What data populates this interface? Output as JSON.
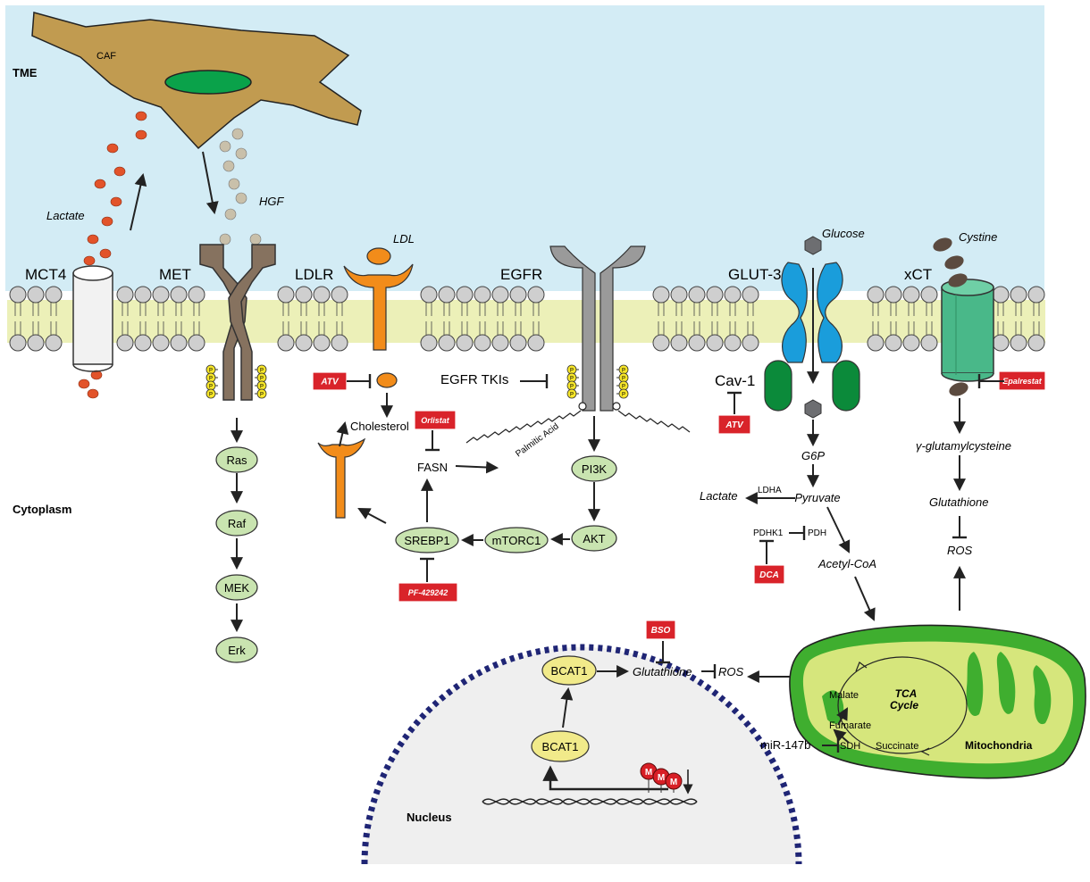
{
  "regions": {
    "tme": "TME",
    "cytoplasm": "Cytoplasm",
    "nucleus": "Nucleus",
    "mitochondria": "Mitochondria"
  },
  "cells": {
    "caf": "CAF"
  },
  "transporters": {
    "mct4": "MCT4",
    "met": "MET",
    "ldlr": "LDLR",
    "egfr": "EGFR",
    "glut3": "GLUT-3",
    "xct": "xCT"
  },
  "ligands": {
    "lactate_out": "Lactate",
    "hgf": "HGF",
    "ldl": "LDL",
    "glucose": "Glucose",
    "cystine": "Cystine"
  },
  "phospho": "P",
  "methyl": "M",
  "mapk_pathway": [
    "Ras",
    "Raf",
    "MEK",
    "Erk"
  ],
  "lipid": {
    "cholesterol": "Cholesterol",
    "fasn": "FASN",
    "palmitic_acid": "Palmitic Acid",
    "srebp1": "SREBP1",
    "mtorc1": "mTORC1",
    "pi3k": "PI3K",
    "akt": "AKT",
    "egfr_tkis": "EGFR TKIs"
  },
  "glycolysis": {
    "cav1": "Cav-1",
    "g6p": "G6P",
    "pyruvate": "Pyruvate",
    "lactate": "Lactate",
    "ldha": "LDHA",
    "pdhk1": "PDHK1",
    "pdh": "PDH",
    "acetyl_coa": "Acetyl-CoA"
  },
  "redox": {
    "gamma_glu_cys": "γ-glutamylcysteine",
    "glutathione_right": "Glutathione",
    "ros_right": "ROS",
    "bcat1_cyto": "BCAT1",
    "glutathione_mid": "Glutathione",
    "ros_mid": "ROS",
    "bcat1_nuc": "BCAT1"
  },
  "tca": {
    "title_line1": "TCA",
    "title_line2": "Cycle",
    "malate": "Malate",
    "fumarate": "Fumarate",
    "succinate": "Succinate",
    "sdh": "SDH",
    "mir147b": "miR-147b"
  },
  "drugs": {
    "atv_ldlr": "ATV",
    "orlistat": "Orlistat",
    "pf429242": "PF-429242",
    "atv_cav1": "ATV",
    "dca": "DCA",
    "epalrestat": "Epalrestat",
    "bso": "BSO"
  },
  "colors": {
    "tme_background": "#d3ecf5",
    "caf_body": "#c19b50",
    "caf_nucleus": "#0aa24a",
    "lactate_dot": "#e2532a",
    "hgf_dot": "#c9c0aa",
    "met_receptor": "#86725f",
    "ldlr_receptor": "#f28c1a",
    "egfr_receptor": "#9a9a9a",
    "glut3_blue": "#1a9ddb",
    "glut3_green": "#0b8a3a",
    "xct": "#49b889",
    "cystine": "#5b4a3f",
    "pathway_node": "#c9e4b0",
    "bcat1_node": "#f1ea8a",
    "drug_box": "#d9232a",
    "membrane_head": "#cfcfcf",
    "membrane_tail": "#ecf0b8",
    "mito_outer": "#3fae2f",
    "mito_inner": "#d6e67c",
    "nucleus_fill": "#efefef",
    "nucleus_border": "#1f2575",
    "methyl_mark": "#d81f26"
  }
}
